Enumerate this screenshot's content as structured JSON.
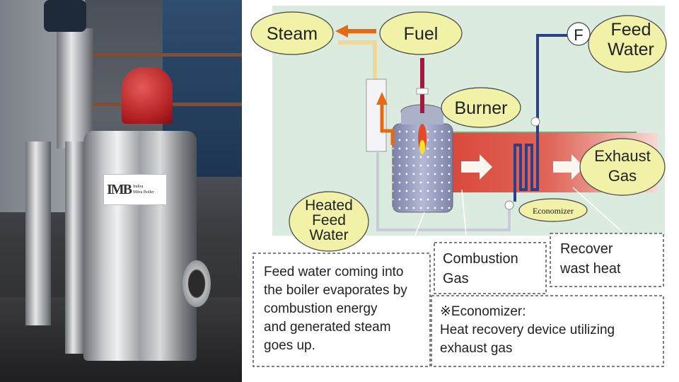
{
  "photo": {
    "logo_mark": "IMB",
    "logo_line1": "Indira",
    "logo_line2": "Mitra Boiler"
  },
  "diagram": {
    "labels": {
      "steam": "Steam",
      "fuel": "Fuel",
      "feed_water_1": "Feed",
      "feed_water_2": "Water",
      "flow_meter": "F",
      "burner": "Burner",
      "exhaust_1": "Exhaust",
      "exhaust_2": "Gas",
      "economizer": "Economizer",
      "heated_1": "Heated",
      "heated_2": "Feed",
      "heated_3": "Water"
    },
    "callouts": {
      "boiler": [
        "Feed water coming into",
        "the boiler evaporates by",
        "combustion energy",
        "and generated steam",
        "goes up."
      ],
      "combustion": [
        "Combustion",
        "Gas"
      ],
      "recover": [
        "Recover",
        "wast heat"
      ],
      "economizer_note": [
        "※Economizer:",
        "Heat recovery device utilizing",
        "exhaust gas"
      ]
    },
    "colors": {
      "bubble": "#f1f1a8",
      "flue": "#d9473a",
      "steam_arrow": "#e86a10",
      "feed_pipe": "#2c3f8a",
      "fuel_pipe": "#a3183c"
    }
  }
}
